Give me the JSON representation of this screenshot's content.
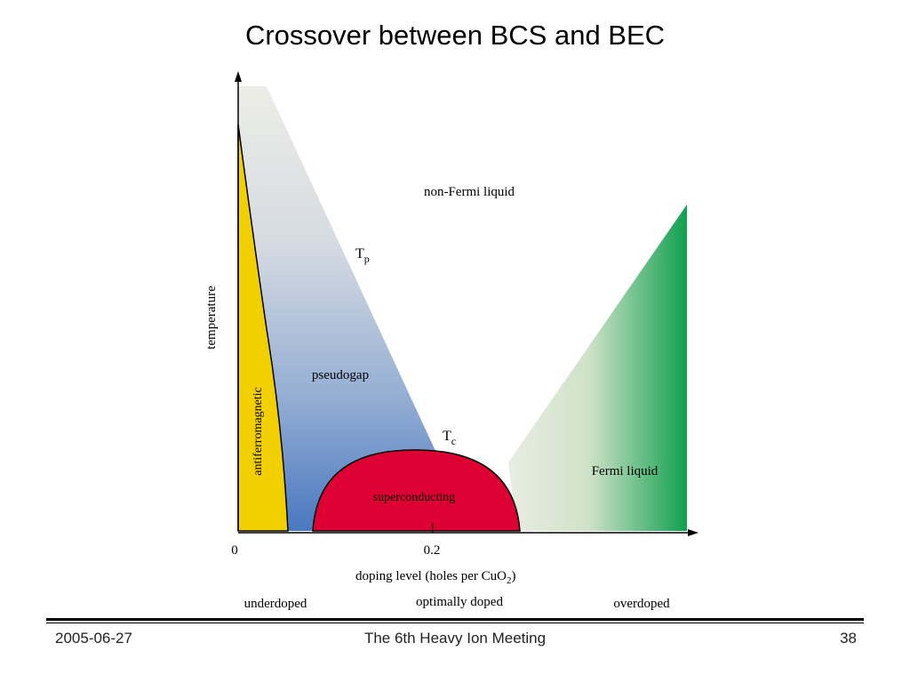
{
  "slide": {
    "title": "Crossover between BCS and BEC"
  },
  "diagram": {
    "y_axis_label": "temperature",
    "x_tick_0": "0",
    "x_tick_1": "0.2",
    "x_axis_label_main": "doping level (holes per CuO",
    "x_axis_label_sub": "2",
    "x_axis_label_end": ")",
    "region_non_fermi": "non-Fermi liquid",
    "region_pseudogap": "pseudogap",
    "region_afm": "antiferromagnetic",
    "region_sc": "superconducting",
    "region_fermi": "Fermi liquid",
    "tp_main": "T",
    "tp_sub": "p",
    "tc_main": "T",
    "tc_sub": "c",
    "doping_under": "underdoped",
    "doping_optimal": "optimally doped",
    "doping_over": "overdoped",
    "colors": {
      "afm": "#f2d000",
      "sc": "#dd0033",
      "pseudogap": "#4a78c0",
      "fermi": "#10a050"
    }
  },
  "footer": {
    "date": "2005-06-27",
    "event": "The 6th Heavy Ion Meeting",
    "page": "38"
  }
}
